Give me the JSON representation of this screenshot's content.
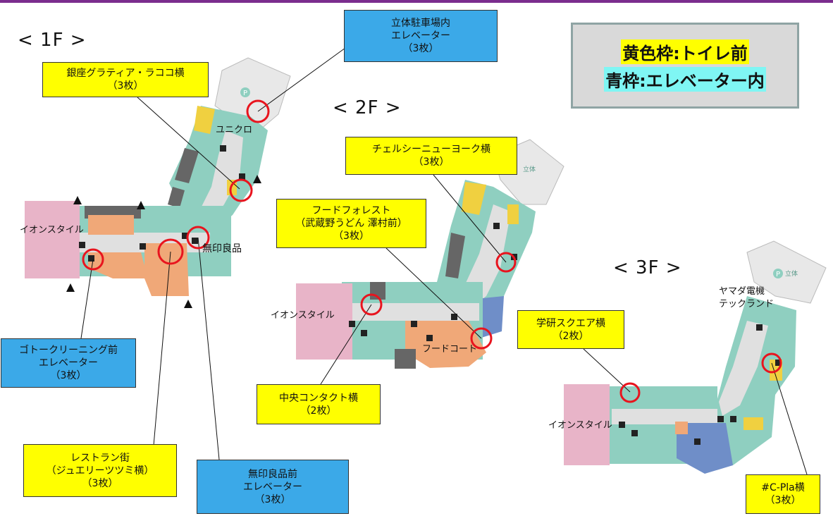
{
  "floors": {
    "f1": "< 1F >",
    "f2": "< 2F >",
    "f3": "< 3F >"
  },
  "legend": {
    "yellow": "黄色枠:トイレ前",
    "blue": "青枠:エレベーター内"
  },
  "callouts": {
    "parking_elevator": [
      "立体駐車場内",
      "エレベーター",
      "（3枚）"
    ],
    "ginza_gratia": [
      "銀座グラティア・ラココ横",
      "（3枚）"
    ],
    "goto_cleaning": [
      "ゴトークリーニング前",
      "エレベーター",
      "（3枚）"
    ],
    "restaurant": [
      "レストラン街",
      "（ジュエリーツツミ横）",
      "（3枚）"
    ],
    "muji_elevator": [
      "無印良品前",
      "エレベーター",
      "（3枚）"
    ],
    "chelsea": [
      "チェルシーニューヨーク横",
      "（3枚）"
    ],
    "food_forest": [
      "フードフォレスト",
      "（武蔵野うどん 澤村前）",
      "（3枚）"
    ],
    "chuo_contact": [
      "中央コンタクト横",
      "（2枚）"
    ],
    "gakken": [
      "学研スクエア横",
      "（2枚）"
    ],
    "cpla": [
      "#C-Pla横",
      "（3枚）"
    ]
  },
  "map_labels": {
    "uniqlo": "ユニクロ",
    "aeon_1f": "イオンスタイル",
    "muji": "無印良品",
    "aeon_2f": "イオンスタイル",
    "food_court": "フードコート",
    "aeon_3f": "イオンスタイル",
    "yamada_1": "ヤマダ電機",
    "yamada_2": "テックランド",
    "parking_mark": "立体"
  },
  "colors": {
    "toilet_frame": "#ffff00",
    "elevator_frame": "#3ba9e8",
    "marker": "#e8141e",
    "walkway": "#e0e0e0",
    "shop_teal": "#8fcfc0",
    "aeon_pink": "#e8b4c8",
    "food_orange": "#f0a878",
    "shop_yellow": "#f0d040",
    "parking_gray": "#e8e8e8",
    "service_dark": "#666666",
    "cinema_blue": "#6f8ec8",
    "header_bar": "#7b2d8e"
  },
  "icons": [
    "parking-icon",
    "toilet-icon",
    "escalator-icon",
    "entrance-marker-icon"
  ]
}
